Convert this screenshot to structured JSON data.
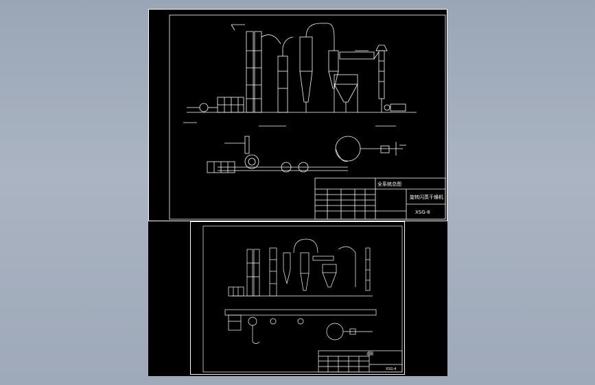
{
  "drawing": {
    "sheet_top": {
      "title": "全系统总图",
      "name": "旋转闪蒸干燥机",
      "code": "XSG-8"
    },
    "sheet_bottom": {
      "title": "总图",
      "code": "XSG-4"
    }
  },
  "colors": {
    "background": "#9fabbb",
    "canvas": "#000000",
    "lines": "#ffffff"
  }
}
